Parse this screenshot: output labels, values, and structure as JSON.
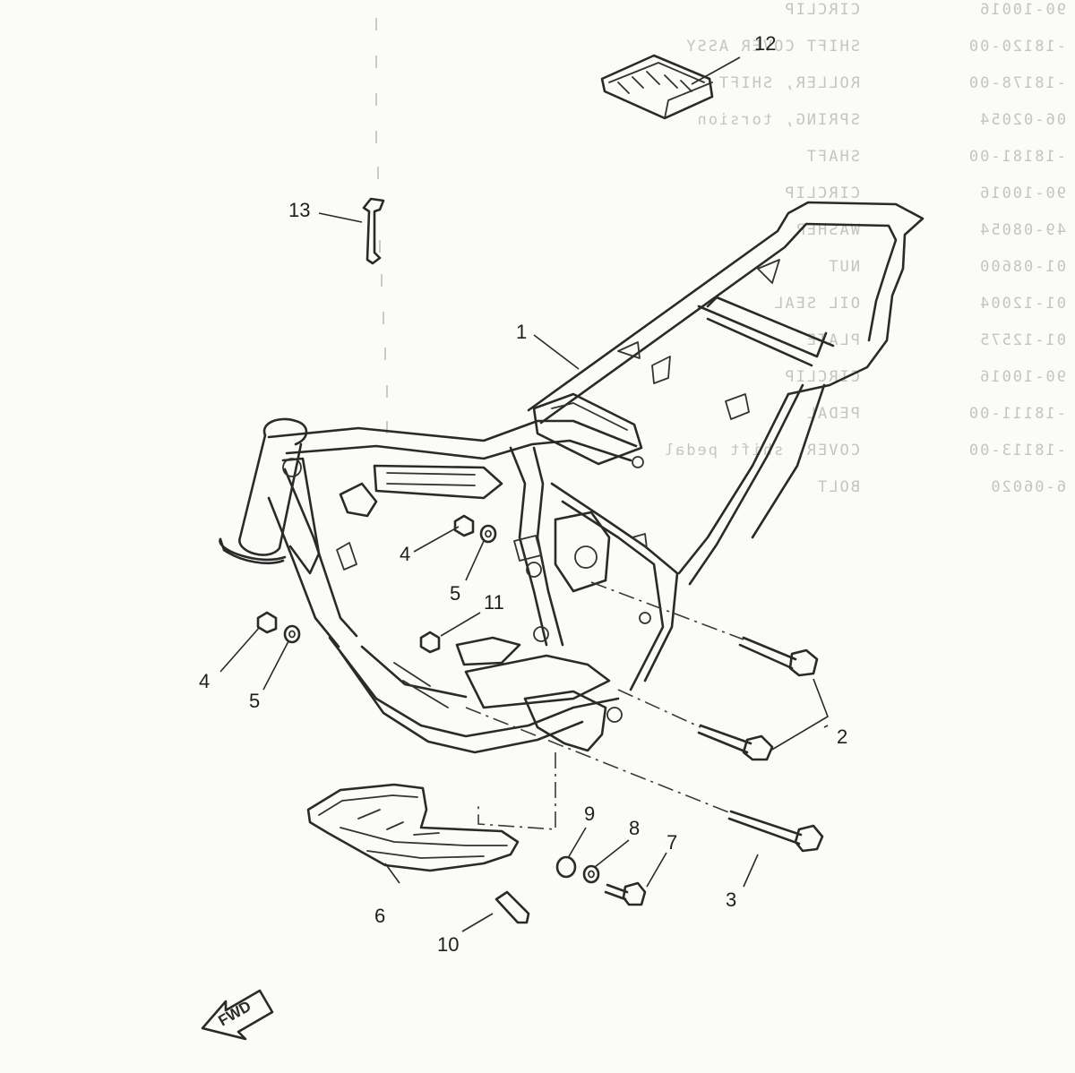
{
  "callouts": {
    "c1": "1",
    "c2": "2",
    "c3": "3",
    "c4a": "4",
    "c4b": "4",
    "c5a": "5",
    "c5b": "5",
    "c6": "6",
    "c7": "7",
    "c8": "8",
    "c9": "9",
    "c10": "10",
    "c11": "11",
    "c12": "12",
    "c13": "13"
  },
  "direction_arrow_label": "FWD",
  "bleed_through": {
    "descriptions": [
      "CIRCLIP",
      "SHIFT COVER ASSY",
      "ROLLER, SHIFT",
      "SPRING, torsion",
      "SHAFT",
      "CIRCLIP",
      "WASHER",
      "NUT",
      "OIL SEAL",
      "PLATE",
      "CIRCLIP",
      "PEDAL",
      "COVER, shift pedal",
      "BOLT"
    ],
    "part_numbers": [
      "90-10016",
      "-18120-00",
      "-18178-00",
      "06-02054",
      "-18181-00",
      "90-10016",
      "49-08054",
      "01-08600",
      "01-12004",
      "01-12575",
      "90-10016",
      "-18111-00",
      "-18113-00",
      "6-06020"
    ]
  }
}
